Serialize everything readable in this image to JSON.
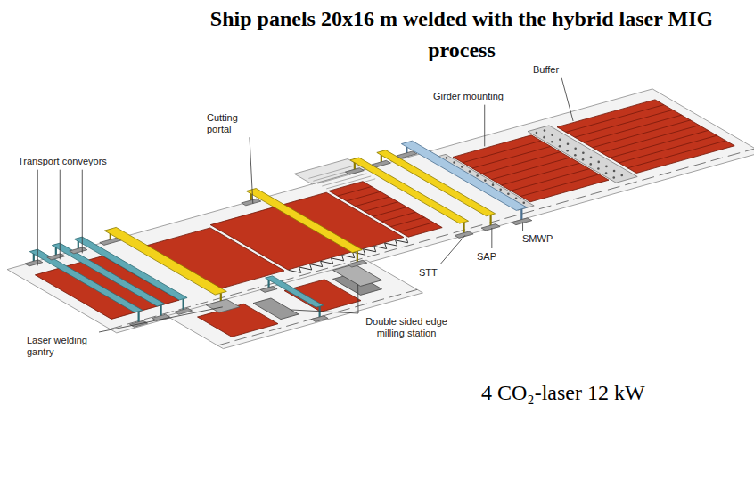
{
  "diagram": {
    "title": "Ship panels 20x16 m welded with the hybrid laser MIG process",
    "labels": [
      "Buffer",
      "Girder mounting",
      "Cutting portal",
      "Transport conveyors",
      "SMWP",
      "SAP",
      "STT",
      "Double sided edge milling station",
      "Laser welding gantry",
      "4 CO₂-laser 12 kW"
    ]
  }
}
